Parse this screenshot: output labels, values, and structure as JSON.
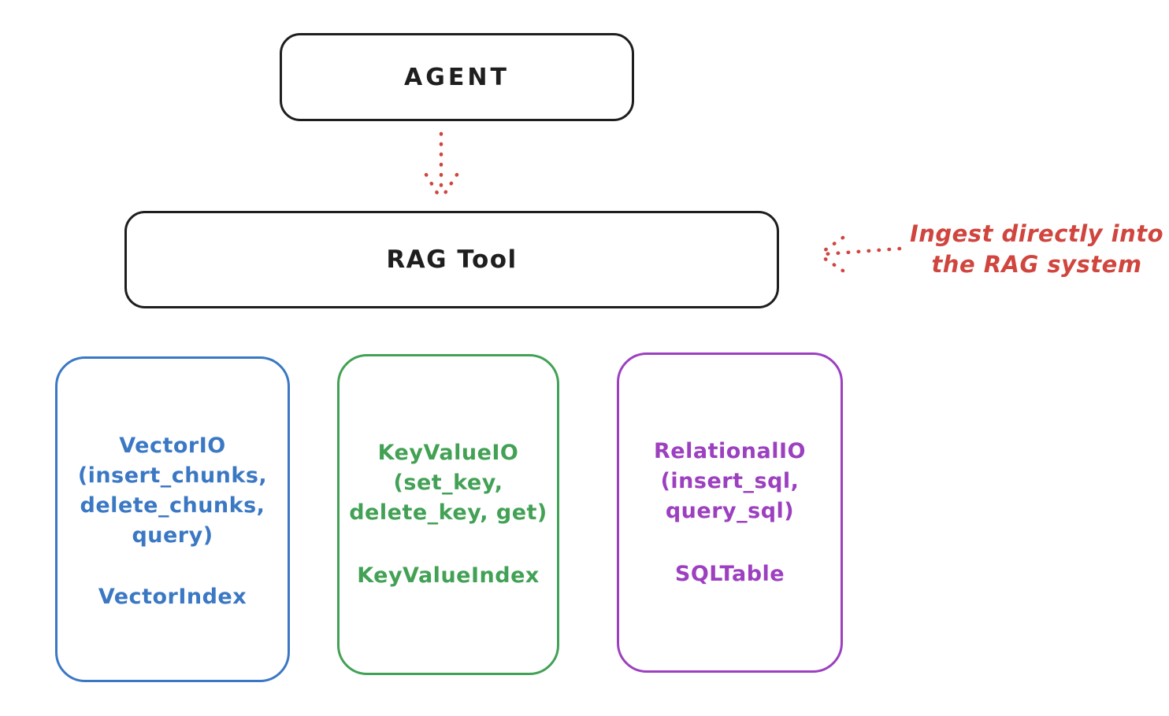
{
  "diagram": {
    "agent": {
      "label": "AGENT"
    },
    "rag_tool": {
      "label": "RAG Tool"
    },
    "annotation": {
      "lines": [
        "Ingest directly into",
        "the RAG system"
      ]
    },
    "io_nodes": [
      {
        "name": "VectorIO",
        "color": "#3b78c4",
        "lines": [
          "VectorIO",
          "(insert_chunks,",
          "delete_chunks,",
          "query)"
        ],
        "index_label": "VectorIndex"
      },
      {
        "name": "KeyValueIO",
        "color": "#42a155",
        "lines": [
          "KeyValueIO",
          "(set_key,",
          "delete_key, get)"
        ],
        "index_label": "KeyValueIndex"
      },
      {
        "name": "RelationalIO",
        "color": "#9c40c0",
        "lines": [
          "RelationalIO",
          "(insert_sql,",
          "query_sql)"
        ],
        "index_label": "SQLTable"
      }
    ],
    "colors": {
      "ink": "#1e1e1e",
      "accent_red": "#d0453e",
      "vector_blue": "#3b78c4",
      "keyvalue_green": "#42a155",
      "relational_purple": "#9c40c0",
      "background": "#ffffff"
    }
  }
}
